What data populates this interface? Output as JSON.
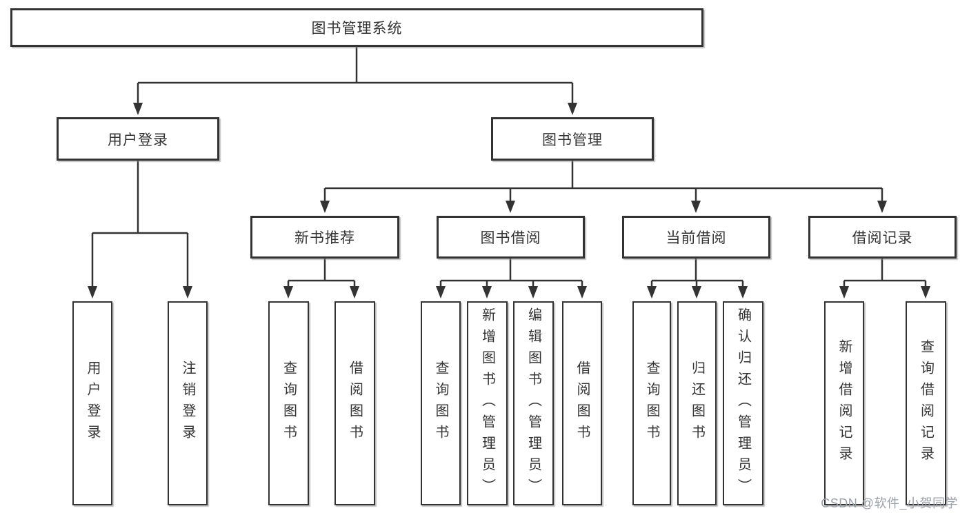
{
  "diagram": {
    "type": "hierarchy-tree",
    "tree": {
      "label": "图书管理系统",
      "children": [
        {
          "label": "用户登录",
          "children": [
            {
              "label": "用户登录"
            },
            {
              "label": "注销登录"
            }
          ]
        },
        {
          "label": "图书管理",
          "children": [
            {
              "label": "新书推荐",
              "children": [
                {
                  "label": "查询图书"
                },
                {
                  "label": "借阅图书"
                }
              ]
            },
            {
              "label": "图书借阅",
              "children": [
                {
                  "label": "查询图书"
                },
                {
                  "label": "新增图书（管理员）"
                },
                {
                  "label": "编辑图书（管理员）"
                },
                {
                  "label": "借阅图书"
                }
              ]
            },
            {
              "label": "当前借阅",
              "children": [
                {
                  "label": "查询图书"
                },
                {
                  "label": "归还图书"
                },
                {
                  "label": "确认归还（管理员）"
                }
              ]
            },
            {
              "label": "借阅记录",
              "children": [
                {
                  "label": "新增借阅记录"
                },
                {
                  "label": "查询借阅记录"
                }
              ]
            }
          ]
        }
      ]
    },
    "colors": {
      "line": "#333333",
      "border": "#333333",
      "text": "#333333",
      "background": "#ffffff",
      "watermark": "#9aa1a9"
    }
  },
  "watermark": {
    "text": "CSDN @软件_小贺同学"
  }
}
